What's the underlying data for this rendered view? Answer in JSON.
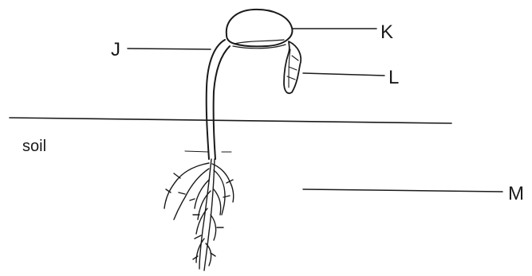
{
  "diagram": {
    "labels": {
      "j": "J",
      "k": "K",
      "l": "L",
      "soil": "soil",
      "m": "M"
    },
    "colors": {
      "ink": "#1a1a1a",
      "background": "#ffffff"
    }
  }
}
